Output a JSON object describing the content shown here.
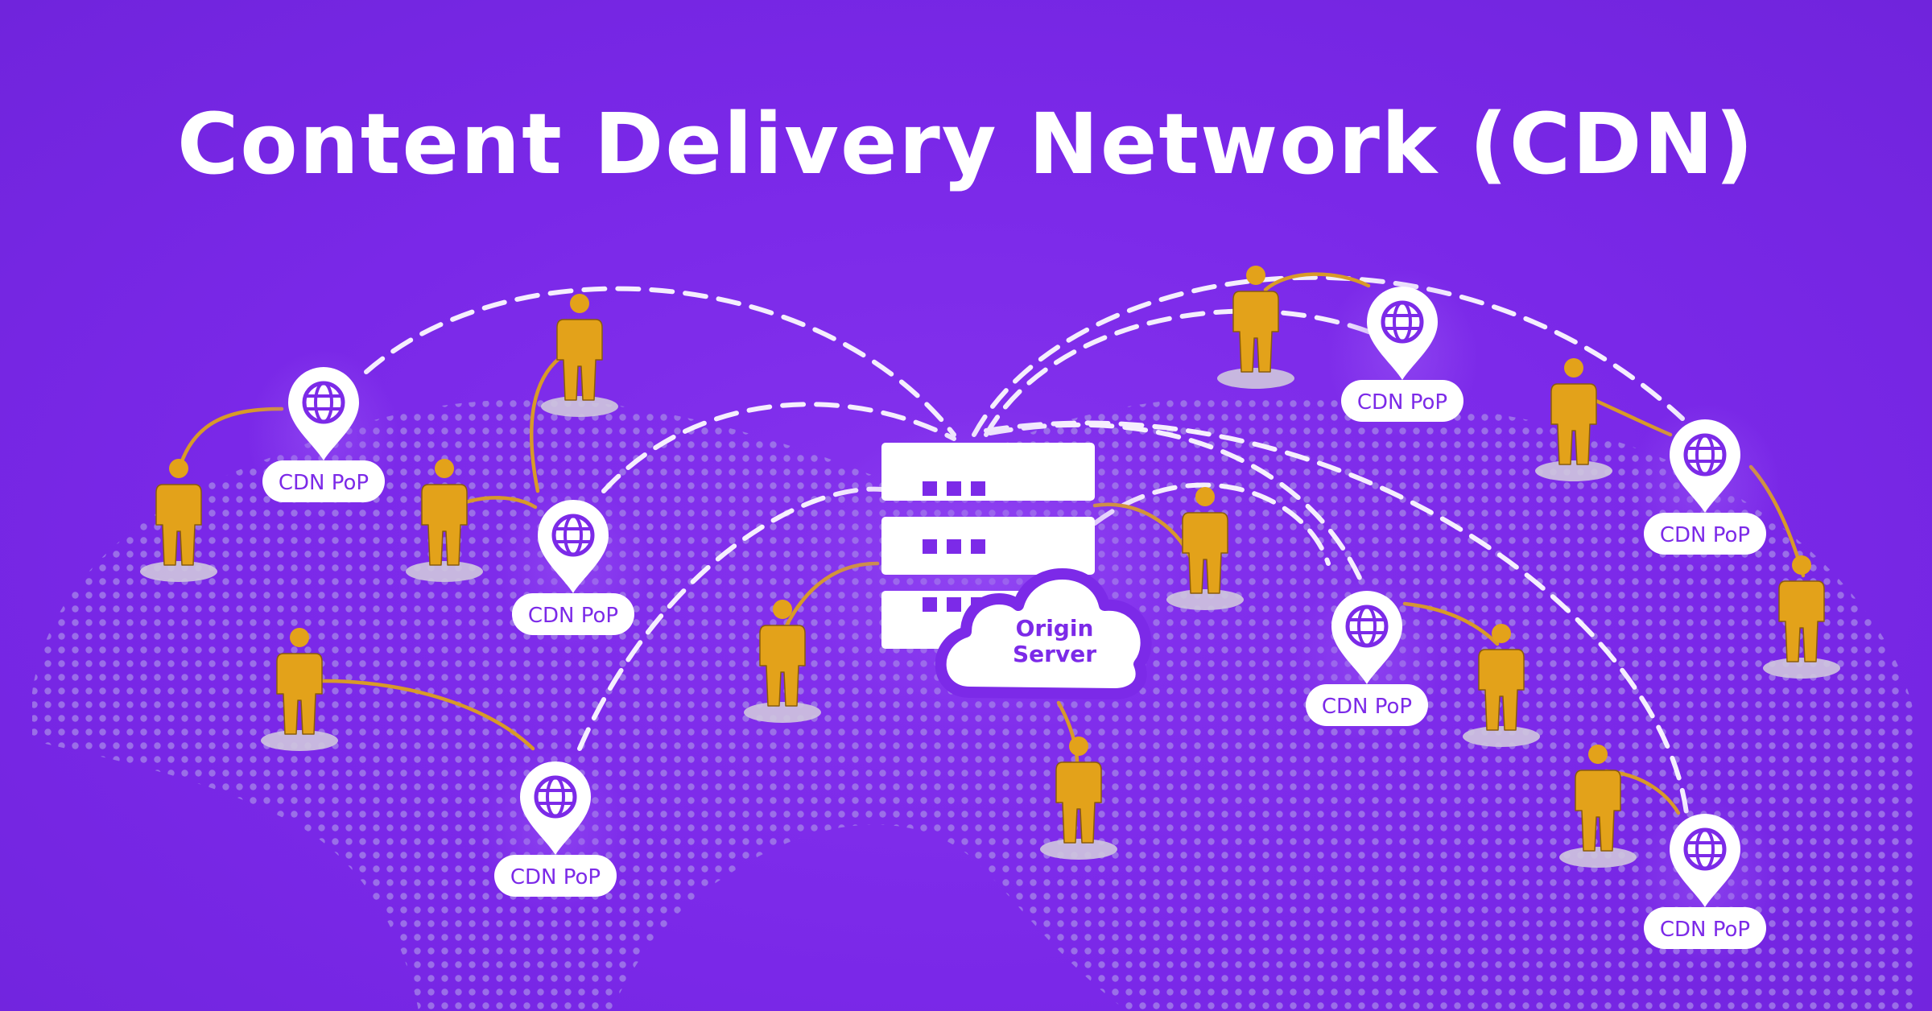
{
  "title": "Content Delivery Network (CDN)",
  "origin": {
    "label_line1": "Origin",
    "label_line2": "Server"
  },
  "pop_label": "CDN PoP",
  "pops": [
    {
      "label": "CDN PoP"
    },
    {
      "label": "CDN PoP"
    },
    {
      "label": "CDN PoP"
    },
    {
      "label": "CDN PoP"
    },
    {
      "label": "CDN PoP"
    },
    {
      "label": "CDN PoP"
    },
    {
      "label": "CDN PoP"
    }
  ],
  "colors": {
    "background": "#7b29e8",
    "accent_purple": "#7c2ae8",
    "user_yellow": "#e3a21a",
    "link_line": "#d89a28",
    "map_dots": "#a07be8",
    "white": "#ffffff"
  },
  "icons": {
    "pop_marker": "globe-pin-icon",
    "user": "person-icon",
    "server": "server-rack-icon",
    "cloud": "cloud-icon"
  }
}
